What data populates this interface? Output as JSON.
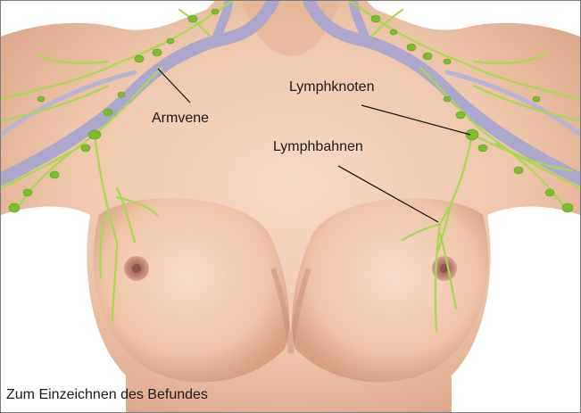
{
  "labels": {
    "armvene": "Armvene",
    "lymphknoten": "Lymphknoten",
    "lymphbahnen": "Lymphbahnen"
  },
  "caption": "Zum Einzeichnen des Befundes",
  "colors": {
    "skin_light": "#f2cfb6",
    "skin_mid": "#e8b798",
    "skin_shadow": "#c9957a",
    "vein": "#a9a6cf",
    "lymph": "#a6d94f",
    "node": "#7cbf2e",
    "areola": "#b77a6c",
    "line": "#111111"
  }
}
